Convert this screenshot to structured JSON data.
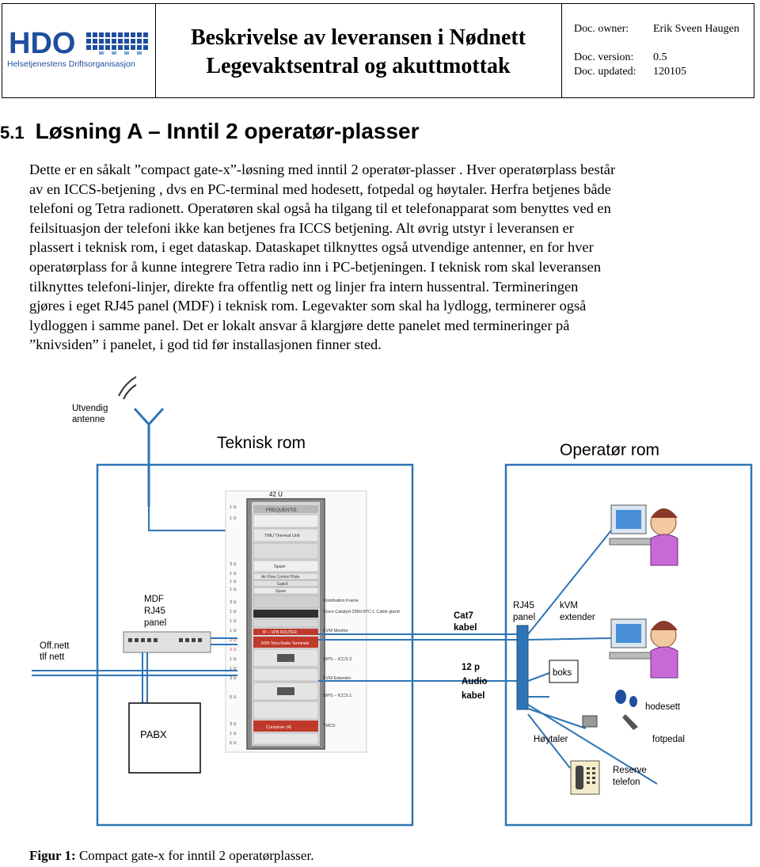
{
  "header": {
    "logo_text": "HDO",
    "logo_subtitle": "Helsetjenestens Driftsorganisasjon",
    "title_line1": "Beskrivelse av leveransen i Nødnett",
    "title_line2": "Legevaktsentral og akuttmottak",
    "owner_label": "Doc. owner:",
    "owner_value": "Erik Sveen Haugen",
    "version_label": "Doc. version:",
    "version_value": "0.5",
    "updated_label": "Doc. updated:",
    "updated_value": "120105"
  },
  "section": {
    "number": "5.1",
    "title": "Løsning A – Inntil 2 operatør-plasser"
  },
  "body_lines": [
    "Dette er en såkalt ”compact gate-x”-løsning med inntil 2 operatør-plasser . Hver  operatørplass består",
    "av en  ICCS-betjening , dvs en PC-terminal med hodesett, fotpedal og høytaler. Herfra  betjenes både",
    "telefoni og  Tetra radionett.  Operatøren skal også ha tilgang til et telefonapparat som benyttes ved en",
    "feilsituasjon der telefoni ikke kan betjenes fra ICCS betjening. Alt øvrig  utstyr i leveransen er",
    "plassert i teknisk rom,   i eget dataskap.  Dataskapet tilknyttes også utvendige antenner, en for hver",
    "operatørplass for å kunne integrere Tetra radio inn i  PC-betjeningen.  I teknisk rom skal leveransen",
    "tilknyttes telefoni-linjer, direkte fra offentlig nett og linjer fra intern hussentral.   Termineringen",
    "gjøres i eget RJ45 panel  (MDF)  i teknisk rom.  Legevakter som skal ha lydlogg, terminerer også",
    "lydloggen i samme panel.  Det er lokalt ansvar å klargjøre dette panelet  med termineringer  på",
    "”knivsiden”  i panelet, i god tid før installasjonen finner sted."
  ],
  "diagram": {
    "antenna_line1": "Utvendig",
    "antenna_line2": "antenne",
    "teknisk_rom": "Teknisk rom",
    "operator_rom": "Operatør rom",
    "mdf_line1": "MDF",
    "mdf_line2": "RJ45",
    "mdf_line3": "panel",
    "offnett_line1": "Off.nett",
    "offnett_line2": "tlf nett",
    "pabx": "PABX",
    "cat7_line1": "Cat7",
    "cat7_line2": "kabel",
    "audio_line1": "12 p",
    "audio_line2": "Audio",
    "audio_line3": "kabel",
    "rj45_line1": "RJ45",
    "rj45_line2": "panel",
    "kvm_line1": "kVM",
    "kvm_line2": "extender",
    "boks": "boks",
    "hodesett": "hodesett",
    "hoytaler": "Høytaler",
    "fotpedal": "fotpedal",
    "reserve_line1": "Reserve",
    "reserve_line2": "telefon",
    "rack_top": "42 U",
    "rack_units": [
      "1 U",
      "1 U",
      "",
      "",
      "3 U",
      "1 U",
      "1 U",
      "1 U",
      "3 U",
      "1 U",
      "1 U",
      "1 U",
      "2 U",
      "2 U",
      "1 U",
      "1 U",
      "3 U",
      "",
      "5 U",
      "",
      "3 U",
      "1 U",
      "5 U"
    ],
    "rack_items": [
      "FREQUENTIS",
      "TMU Thermal Unit",
      "Spare",
      "Air Flow Control Plate",
      "GateX",
      "Spare",
      "IP – VPN ROUTER",
      "NSN Tetra Radio Terminals",
      "Container (4)"
    ],
    "rack_side": [
      "Distribution Frame",
      "Cisco Catalyst 2960-8TC-L Cable gland",
      "KVM Monitor",
      "WPS – ICCS 2",
      "KVM Extender",
      "WPS – ICCS 1",
      "TMCS"
    ]
  },
  "caption": {
    "label": "Figur 1:",
    "text": "Compact gate-x for inntil 2 operatørplasser."
  },
  "colors": {
    "line_blue": "#2e75b6",
    "logo_blue": "#1f4e9e",
    "rack_red": "#c0392b"
  }
}
